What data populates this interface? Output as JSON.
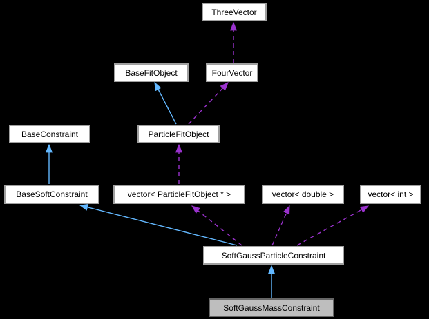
{
  "diagram": {
    "type": "collaboration-graph",
    "nodes": [
      {
        "label": "ThreeVector",
        "highlighted": false
      },
      {
        "label": "BaseFitObject",
        "highlighted": false
      },
      {
        "label": "FourVector",
        "highlighted": false
      },
      {
        "label": "BaseConstraint",
        "highlighted": false
      },
      {
        "label": "ParticleFitObject",
        "highlighted": false
      },
      {
        "label": "BaseSoftConstraint",
        "highlighted": false
      },
      {
        "label": "vector< ParticleFitObject * >",
        "highlighted": false
      },
      {
        "label": "vector< double >",
        "highlighted": false
      },
      {
        "label": "vector< int >",
        "highlighted": false
      },
      {
        "label": "SoftGaussParticleConstraint",
        "highlighted": false
      },
      {
        "label": "SoftGaussMassConstraint",
        "highlighted": true
      }
    ],
    "edges": [
      {
        "from": "FourVector",
        "to": "ThreeVector",
        "type": "usage-dashed"
      },
      {
        "from": "ParticleFitObject",
        "to": "BaseFitObject",
        "type": "inheritance-solid"
      },
      {
        "from": "ParticleFitObject",
        "to": "FourVector",
        "type": "usage-dashed"
      },
      {
        "from": "BaseSoftConstraint",
        "to": "BaseConstraint",
        "type": "inheritance-solid"
      },
      {
        "from": "vector< ParticleFitObject * >",
        "to": "ParticleFitObject",
        "type": "usage-dashed"
      },
      {
        "from": "SoftGaussParticleConstraint",
        "to": "BaseSoftConstraint",
        "type": "inheritance-solid"
      },
      {
        "from": "SoftGaussParticleConstraint",
        "to": "vector< ParticleFitObject * >",
        "type": "usage-dashed"
      },
      {
        "from": "SoftGaussParticleConstraint",
        "to": "vector< double >",
        "type": "usage-dashed"
      },
      {
        "from": "SoftGaussParticleConstraint",
        "to": "vector< int >",
        "type": "usage-dashed"
      },
      {
        "from": "SoftGaussMassConstraint",
        "to": "SoftGaussParticleConstraint",
        "type": "inheritance-solid"
      }
    ]
  },
  "colors": {
    "canvas-bg": "#000000",
    "node-bg": "#FFFFFF",
    "node-border": "#A0A0A0",
    "current-bg": "#BEBEBE",
    "current-border": "#666666",
    "inherit": "#63B8FF",
    "usage": "#9A32CD"
  }
}
